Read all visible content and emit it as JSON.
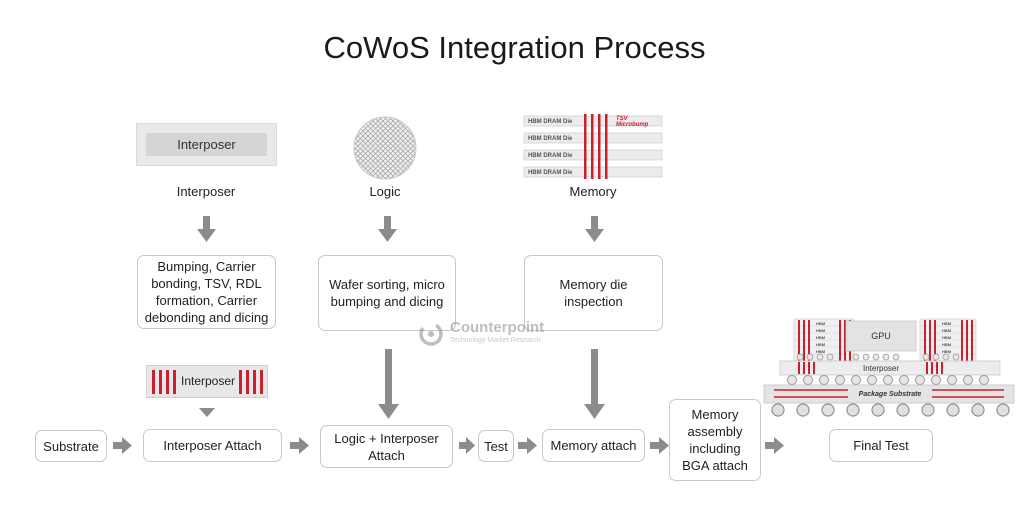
{
  "title": "CoWoS Integration Process",
  "inputs": {
    "interposer_label": "Interposer",
    "interposer_chip_text": "Interposer",
    "logic_label": "Logic",
    "memory_label": "Memory",
    "memory_die_text": "HBM DRAM Die",
    "tsv_text": "TSV",
    "microbump_text": "Microbump"
  },
  "process_steps": {
    "interposer_step": "Bumping, Carrier bonding, TSV, RDL formation, Carrier debonding and dicing",
    "logic_step": "Wafer sorting, micro bumping and dicing",
    "memory_step": "Memory die inspection"
  },
  "interposer_graphic_text": "Interposer",
  "flow": {
    "substrate": "Substrate",
    "interposer_attach": "Interposer Attach",
    "logic_interposer_attach": "Logic + Interposer Attach",
    "test": "Test",
    "memory_attach": "Memory attach",
    "memory_assembly": "Memory assembly including BGA attach",
    "final_test": "Final Test"
  },
  "package": {
    "gpu": "GPU",
    "interposer": "Interposer",
    "substrate": "Package Substrate",
    "hbm_text": "HBM"
  },
  "watermark": {
    "name": "Counterpoint",
    "tagline": "Technology Market Research"
  },
  "colors": {
    "accent_red": "#c8202c",
    "arrow_gray": "#8c8c8c",
    "box_border": "#c8c8c8"
  }
}
